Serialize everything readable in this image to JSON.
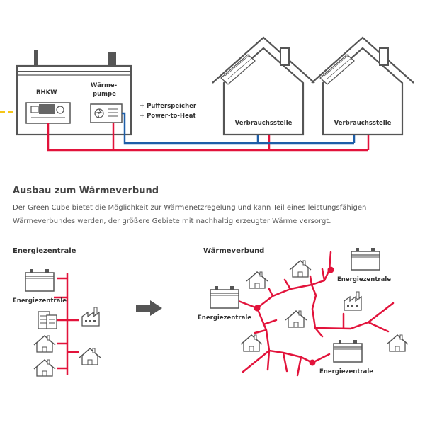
{
  "top": {
    "bhkw_label": "BHKW",
    "waermepumpe_line1": "Wärme-",
    "waermepumpe_line2": "pumpe",
    "extras_1": "+ Pufferspeicher",
    "extras_2": "+ Power-to-Heat",
    "house_1_label": "Verbrauchsstelle",
    "house_2_label": "Verbrauchsstelle"
  },
  "section": {
    "heading": "Ausbau zum Wärmeverbund",
    "description": "Der Green Cube bietet die Möglichkeit zur Wärmenetzregelung und kann Teil eines leistungsfähigen Wärmeverbundes werden, der größere Gebiete mit nachhaltig erzeugter Wärme versorgt."
  },
  "left": {
    "title": "Energiezentrale",
    "unit_label": "Energiezentrale"
  },
  "right": {
    "title": "Wärmeverbund",
    "unit_1_label": "Energiezentrale",
    "unit_2_label": "Energiezentrale",
    "unit_3_label": "Energiezentrale"
  },
  "colors": {
    "hot": "#e2133b",
    "cold": "#1e5ea8",
    "gas": "#f5c518",
    "outline": "#555555",
    "arrow": "#555555"
  },
  "icons": [
    "house-icon",
    "factory-icon",
    "office-building-icon",
    "container-icon",
    "arrow-right-icon"
  ]
}
